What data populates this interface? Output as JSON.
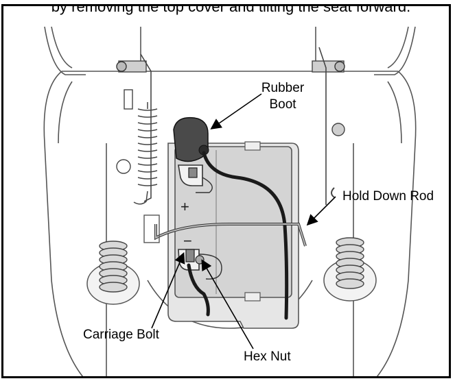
{
  "top_caption": "by removing the top cover and tilting the seat forward.",
  "labels": {
    "rubber_boot_line1": "Rubber",
    "rubber_boot_line2": "Boot",
    "hold_down_rod": "Hold Down Rod",
    "carriage_bolt": "Carriage Bolt",
    "hex_nut": "Hex Nut"
  },
  "terminal_marks": {
    "positive": "+",
    "negative": "−"
  },
  "colors": {
    "frame": "#000000",
    "battery": "#d4d4d4",
    "outline": "#555555",
    "cable": "#1a1a1a"
  }
}
